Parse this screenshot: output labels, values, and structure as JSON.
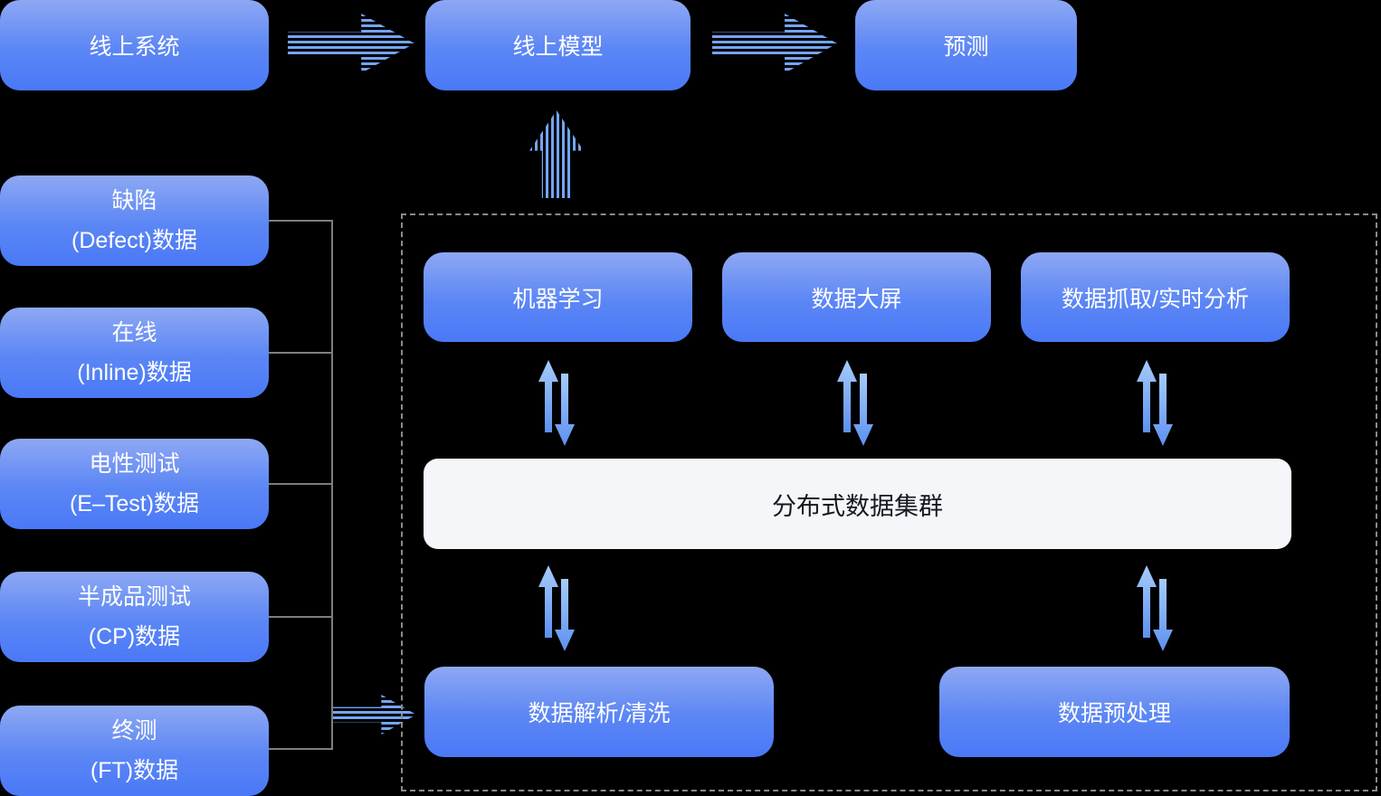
{
  "diagram": {
    "top_flow": {
      "online_system": "线上系统",
      "online_model": "线上模型",
      "prediction": "预测"
    },
    "data_sources": [
      {
        "line1": "缺陷",
        "line2": "(Defect)数据"
      },
      {
        "line1": "在线",
        "line2": "(Inline)数据"
      },
      {
        "line1": "电性测试",
        "line2": "(E–Test)数据"
      },
      {
        "line1": "半成品测试",
        "line2": "(CP)数据"
      },
      {
        "line1": "终测",
        "line2": "(FT)数据"
      }
    ],
    "platform": {
      "machine_learning": "机器学习",
      "data_dashboard": "数据大屏",
      "data_capture": "数据抓取/实时分析",
      "cluster": "分布式数据集群",
      "data_parsing": "数据解析/清洗",
      "data_preprocessing": "数据预处理"
    }
  },
  "colors": {
    "background": "#000000",
    "node_gradient_top": "#8EA8F3",
    "node_gradient_bottom": "#4A79F7",
    "node_text": "#FFFFFF",
    "stripe_arrow": "#74A5F5",
    "sync_arrow_light": "#A6CBFA",
    "sync_arrow_dark": "#5C91F0",
    "cluster_bg": "#F4F6FA",
    "cluster_text": "#15181D",
    "connector_gray": "#7E7E7E",
    "dashed_border": "#8B8B8B"
  }
}
